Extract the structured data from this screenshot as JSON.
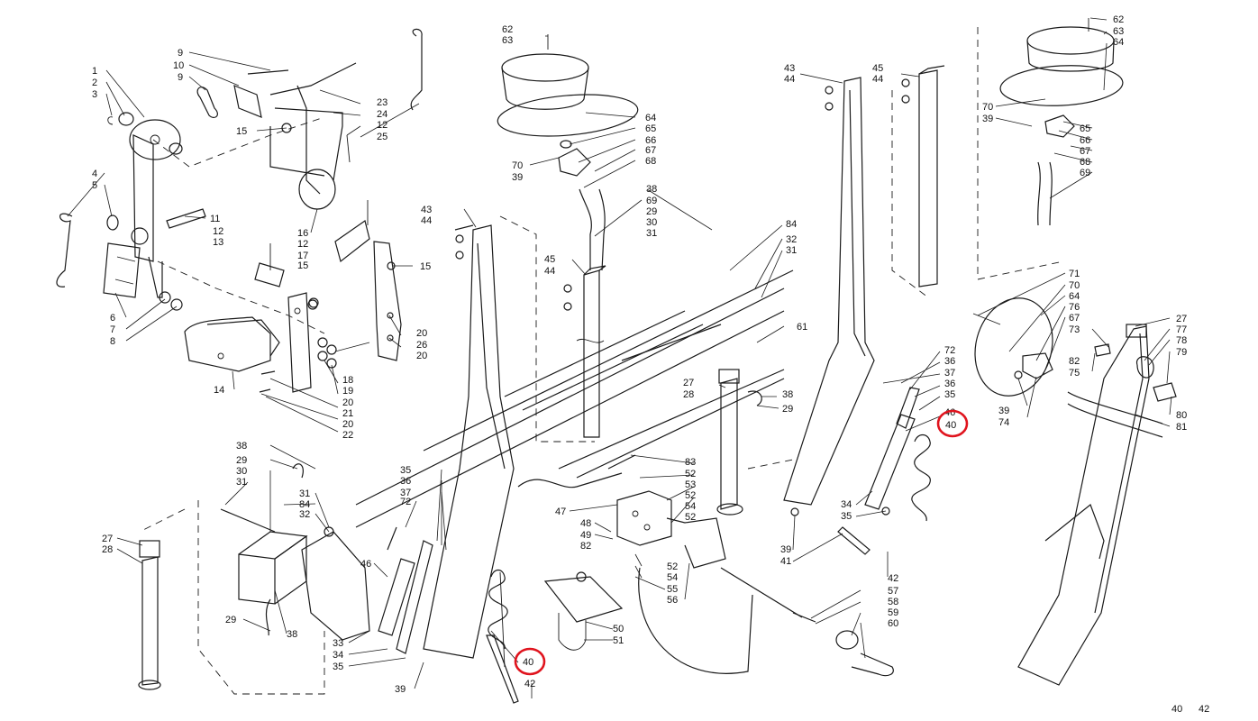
{
  "highlight_color": "#e0141e",
  "highlighted_part": "40",
  "callouts": [
    "1",
    "2",
    "3",
    "4",
    "5",
    "6",
    "7",
    "8",
    "9",
    "10",
    "9",
    "11",
    "12",
    "13",
    "14",
    "15",
    "15",
    "16",
    "12",
    "17",
    "15",
    "18",
    "19",
    "20",
    "21",
    "20",
    "22",
    "20",
    "26",
    "20",
    "23",
    "24",
    "12",
    "25",
    "62",
    "63",
    "64",
    "65",
    "66",
    "67",
    "68",
    "70",
    "39",
    "69",
    "38",
    "84",
    "32",
    "31",
    "30",
    "29",
    "61",
    "31",
    "45",
    "44",
    "43",
    "44",
    "27",
    "28",
    "38",
    "29",
    "40",
    "42",
    "83",
    "52",
    "53",
    "52",
    "54",
    "52",
    "47",
    "48",
    "49",
    "82",
    "52",
    "54",
    "55",
    "56",
    "57",
    "58",
    "59",
    "60",
    "50",
    "51",
    "43",
    "44",
    "45",
    "44",
    "72",
    "36",
    "37",
    "36",
    "35",
    "46",
    "40",
    "34",
    "35",
    "39",
    "41",
    "42",
    "62",
    "63",
    "64",
    "70",
    "39",
    "65",
    "66",
    "67",
    "68",
    "69",
    "71",
    "70",
    "64",
    "76",
    "67",
    "73",
    "82",
    "75",
    "39",
    "74",
    "27",
    "77",
    "78",
    "79",
    "80",
    "81",
    "38",
    "29",
    "30",
    "31",
    "31",
    "84",
    "32",
    "27",
    "28",
    "46",
    "72",
    "35",
    "36",
    "37",
    "29",
    "38",
    "33",
    "34",
    "35",
    "39",
    "40",
    "42"
  ]
}
